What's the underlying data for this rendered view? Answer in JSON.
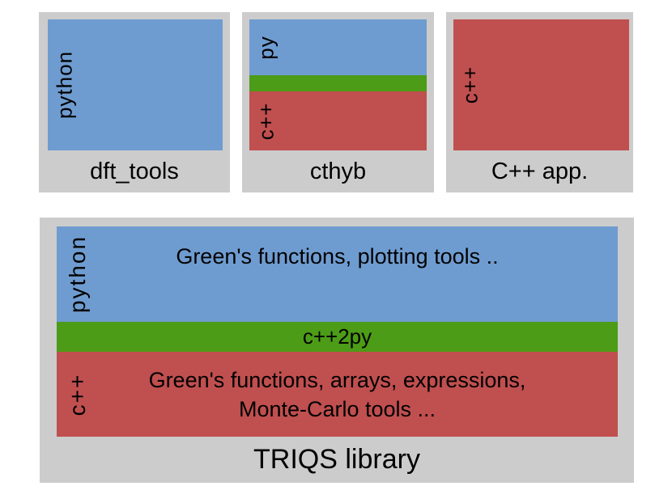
{
  "colors": {
    "background": "#ffffff",
    "panel_gray": "#cccccc",
    "python_blue": "#6f9cd0",
    "bridge_green": "#4c9c17",
    "cpp_red": "#c04f4f",
    "text": "#000000"
  },
  "app_boxes": [
    {
      "label": "dft_tools",
      "layers": [
        {
          "type": "python",
          "side_label": "python"
        }
      ]
    },
    {
      "label": "cthyb",
      "layers": [
        {
          "type": "python",
          "side_label": "py"
        },
        {
          "type": "bridge",
          "side_label": ""
        },
        {
          "type": "cpp",
          "side_label": "c++"
        }
      ]
    },
    {
      "label": "C++ app.",
      "layers": [
        {
          "type": "cpp",
          "side_label": "c++"
        }
      ]
    }
  ],
  "library_box": {
    "label": "TRIQS library",
    "python_layer": {
      "side_label": "python",
      "description": "Green's functions, plotting tools .."
    },
    "bridge_layer": {
      "label": "c++2py"
    },
    "cpp_layer": {
      "side_label": "c++",
      "description_line1": "Green's functions, arrays, expressions,",
      "description_line2": "Monte-Carlo tools ..."
    }
  }
}
